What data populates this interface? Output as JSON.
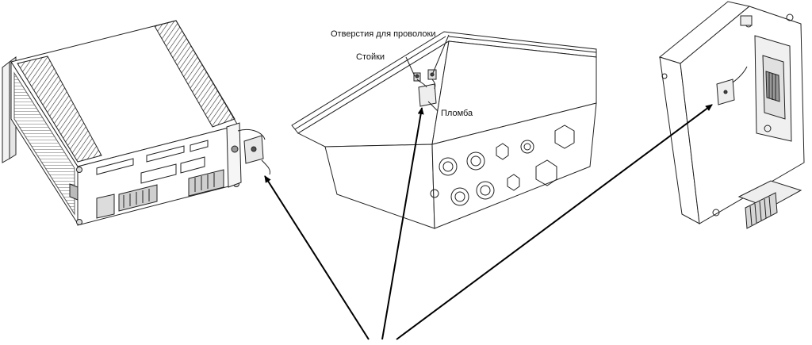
{
  "labels": {
    "wire_holes": "Отверстия для проволоки",
    "posts": "Стойки",
    "seal": "Пломба"
  }
}
